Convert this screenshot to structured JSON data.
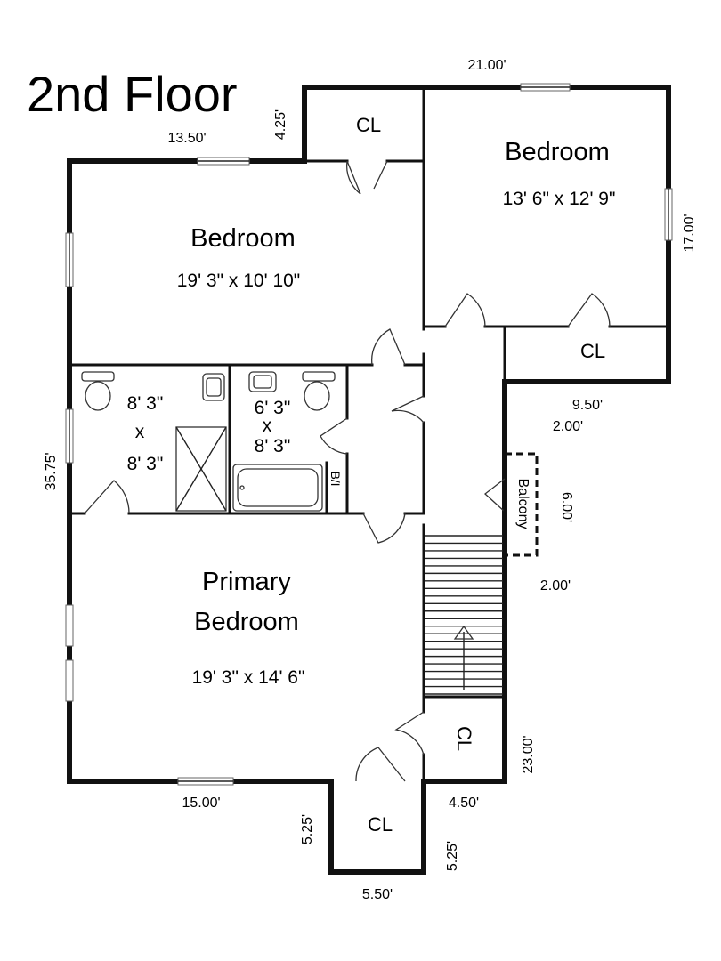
{
  "title": "2nd Floor",
  "rooms": {
    "bedroom_left": {
      "label": "Bedroom",
      "size": "19' 3\" x 10' 10\""
    },
    "bedroom_right": {
      "label": "Bedroom",
      "size": "13' 6\" x 12' 9\""
    },
    "bath_left": {
      "line1": "8' 3\"",
      "line2": "x",
      "line3": "8' 3\""
    },
    "bath_right": {
      "line1": "6' 3\"",
      "line2": "x",
      "line3": "8' 3\""
    },
    "primary_bedroom": {
      "line1": "Primary",
      "line2": "Bedroom",
      "size": "19' 3\" x 14' 6\""
    },
    "balcony": {
      "label": "Balcony"
    }
  },
  "closets": {
    "top": "CL",
    "right": "CL",
    "stair": "CL",
    "bottom": "CL",
    "built_in": "B/I"
  },
  "measurements": {
    "top_width": "21.00'",
    "left_top": "13.50'",
    "notch": "4.25'",
    "right_side": "17.00'",
    "step": "9.50'",
    "balcony_top": "2.00'",
    "balcony_depth": "6.00'",
    "balcony_bottom": "2.00'",
    "left_side": "35.75'",
    "stair_side": "23.00'",
    "bottom_left": "15.00'",
    "bottom_step": "4.50'",
    "closet_left": "5.25'",
    "closet_right": "5.25'",
    "closet_width": "5.50'"
  }
}
